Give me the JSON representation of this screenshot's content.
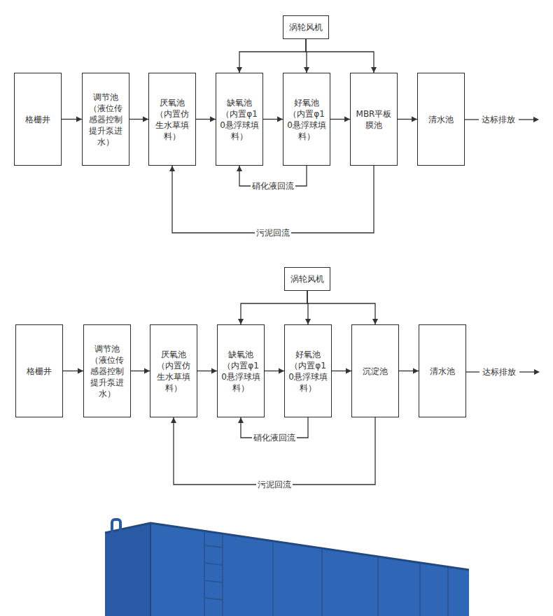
{
  "diagram": {
    "nodes": [
      {
        "text": [
          "涡轮风机"
        ]
      },
      {
        "text": [
          "格栅井"
        ]
      },
      {
        "text": [
          "调节池",
          "（液位传感器控制提升泵进水）"
        ]
      },
      {
        "text": [
          "厌氧池",
          "（内置仿生水草填料）"
        ]
      },
      {
        "text": [
          "缺氧池",
          "（内置φ10悬浮球填料）"
        ]
      },
      {
        "text": [
          "好氧池",
          "（内置φ10悬浮球填料）"
        ]
      },
      {
        "text": [
          "MBR平板膜池"
        ]
      },
      {
        "text": [
          "清水池"
        ]
      },
      {
        "text": [
          "涡轮风机"
        ]
      },
      {
        "text": [
          "格栅井"
        ]
      },
      {
        "text": [
          "调节池",
          "（液位传感器控制提升泵进水）"
        ]
      },
      {
        "text": [
          "厌氧池",
          "（内置仿生水草填料）"
        ]
      },
      {
        "text": [
          "缺氧池",
          "（内置φ10悬浮球填料）"
        ]
      },
      {
        "text": [
          "好氧池",
          "（内置φ10悬浮球填料）"
        ]
      },
      {
        "text": [
          "沉淀池"
        ]
      },
      {
        "text": [
          "清水池"
        ]
      }
    ],
    "edges": [
      {
        "from": 1,
        "to": 2,
        "arrow": "to"
      },
      {
        "from": 2,
        "to": 3,
        "arrow": "to"
      },
      {
        "from": 3,
        "to": 4,
        "arrow": "to"
      },
      {
        "from": 4,
        "to": 5,
        "arrow": "to"
      },
      {
        "from": 5,
        "to": 6,
        "arrow": "to"
      },
      {
        "from": 6,
        "to": 7,
        "arrow": "to"
      },
      {
        "from": 0,
        "to": 4,
        "arrow": "to"
      },
      {
        "from": 0,
        "to": 5,
        "arrow": "to"
      },
      {
        "from": 0,
        "to": 6,
        "arrow": "to"
      },
      {
        "from": 5,
        "to": 4,
        "label": "硝化液回流",
        "arrow": "to"
      },
      {
        "from": 6,
        "to": 3,
        "label": "污泥回流",
        "arrow": "to"
      },
      {
        "from": 9,
        "to": 10,
        "arrow": "to"
      },
      {
        "from": 10,
        "to": 11,
        "arrow": "to"
      },
      {
        "from": 11,
        "to": 12,
        "arrow": "to"
      },
      {
        "from": 12,
        "to": 13,
        "arrow": "to"
      },
      {
        "from": 13,
        "to": 14,
        "arrow": "to"
      },
      {
        "from": 14,
        "to": 15,
        "arrow": "to"
      },
      {
        "from": 8,
        "to": 12,
        "arrow": "to"
      },
      {
        "from": 8,
        "to": 13,
        "arrow": "to"
      },
      {
        "from": 8,
        "to": 14,
        "arrow": "to"
      },
      {
        "from": 13,
        "to": 12,
        "label": "硝化液回流",
        "arrow": "to"
      },
      {
        "from": 14,
        "to": 11,
        "label": "污泥回流",
        "arrow": "to"
      }
    ],
    "labels": [
      "达标排放",
      "达标排放"
    ]
  }
}
